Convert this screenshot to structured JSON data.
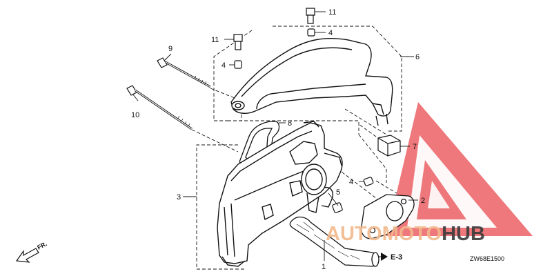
{
  "diagram": {
    "parts": [
      {
        "id": "p1",
        "label": "1"
      },
      {
        "id": "p2",
        "label": "2"
      },
      {
        "id": "p3",
        "label": "3"
      },
      {
        "id": "p4a",
        "label": "4"
      },
      {
        "id": "p4b",
        "label": "4"
      },
      {
        "id": "p4c",
        "label": "4"
      },
      {
        "id": "p5",
        "label": "5"
      },
      {
        "id": "p6",
        "label": "6"
      },
      {
        "id": "p7",
        "label": "7"
      },
      {
        "id": "p8",
        "label": "8"
      },
      {
        "id": "p9",
        "label": "9"
      },
      {
        "id": "p10",
        "label": "10"
      },
      {
        "id": "p11a",
        "label": "11"
      },
      {
        "id": "p11b",
        "label": "11"
      }
    ],
    "ref_label": "E-3",
    "direction_label": "FR.",
    "drawing_code": "ZW68E1500"
  },
  "watermark": {
    "word_part1": "AUTO",
    "word_part2": "MOTO",
    "word_part3": "HUB",
    "color_primary": "#e8454a",
    "color_secondary": "#f2b98c",
    "color_dark": "#3a3a3a"
  },
  "colors": {
    "line": "#111111",
    "fill": "#ffffff",
    "shade": "#e6e6e6"
  }
}
